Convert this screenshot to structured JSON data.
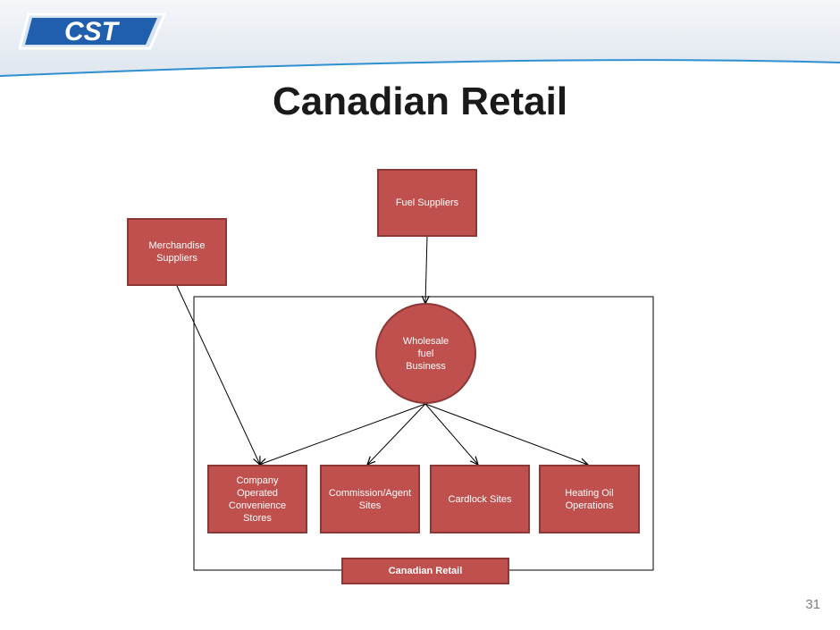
{
  "header": {
    "logo_text": "CST",
    "title": "Canadian Retail",
    "page_number": "31"
  },
  "colors": {
    "node_fill": "#c0504d",
    "node_border": "#8c3836",
    "logo_blue": "#1f5fae",
    "header_band": "#dfe6ef"
  },
  "nodes": {
    "fuel_suppliers": "Fuel Suppliers",
    "merchandise_suppliers": "Merchandise\nSuppliers",
    "wholesale": "Wholesale\nfuel\nBusiness",
    "company_stores": "Company\nOperated\nConvenience\nStores",
    "commission_sites": "Commission/Agent\nSites",
    "cardlock_sites": "Cardlock Sites",
    "heating_oil": "Heating Oil\nOperations",
    "group_label": "Canadian Retail"
  }
}
